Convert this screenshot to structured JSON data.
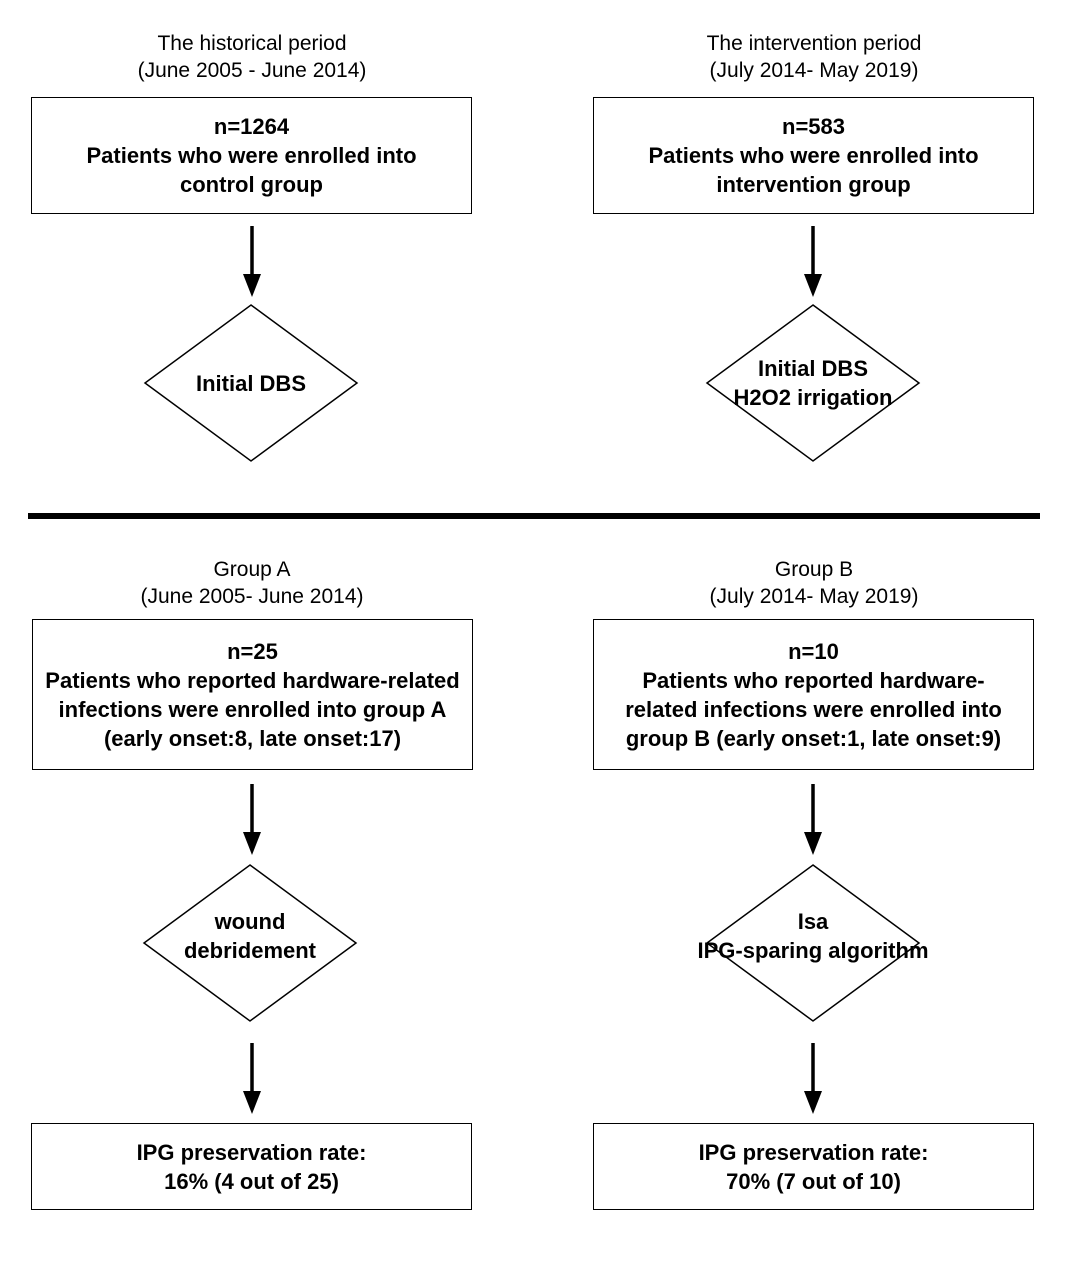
{
  "top": {
    "left": {
      "period_title": "The historical period",
      "period_range": "(June 2005 - June 2014)",
      "box_lines": [
        "n=1264",
        "Patients who were enrolled into",
        "control group"
      ],
      "diamond_lines": [
        "Initial DBS"
      ]
    },
    "right": {
      "period_title": "The intervention period",
      "period_range": "(July 2014- May 2019)",
      "box_lines": [
        "n=583",
        "Patients who were enrolled into",
        "intervention group"
      ],
      "diamond_lines": [
        "Initial DBS",
        "H2O2 irrigation"
      ]
    }
  },
  "bottom": {
    "left": {
      "group_title": "Group A",
      "group_range": "(June 2005- June 2014)",
      "box_lines": [
        "n=25",
        "Patients who reported hardware-related",
        "infections were enrolled into group  A",
        "(early onset:8, late onset:17)"
      ],
      "diamond_lines": [
        "wound",
        "debridement"
      ],
      "result_lines": [
        "IPG preservation rate:",
        "16% (4 out of 25)"
      ]
    },
    "right": {
      "group_title": "Group B",
      "group_range": "(July 2014- May 2019)",
      "box_lines": [
        "n=10",
        "Patients who reported hardware-",
        "related infections were enrolled into",
        "group B (early onset:1, late onset:9)"
      ],
      "diamond_lines": [
        "Isa",
        "IPG-sparing algorithm"
      ],
      "result_lines": [
        "IPG preservation rate:",
        "70% (7 out of 10)"
      ]
    }
  }
}
